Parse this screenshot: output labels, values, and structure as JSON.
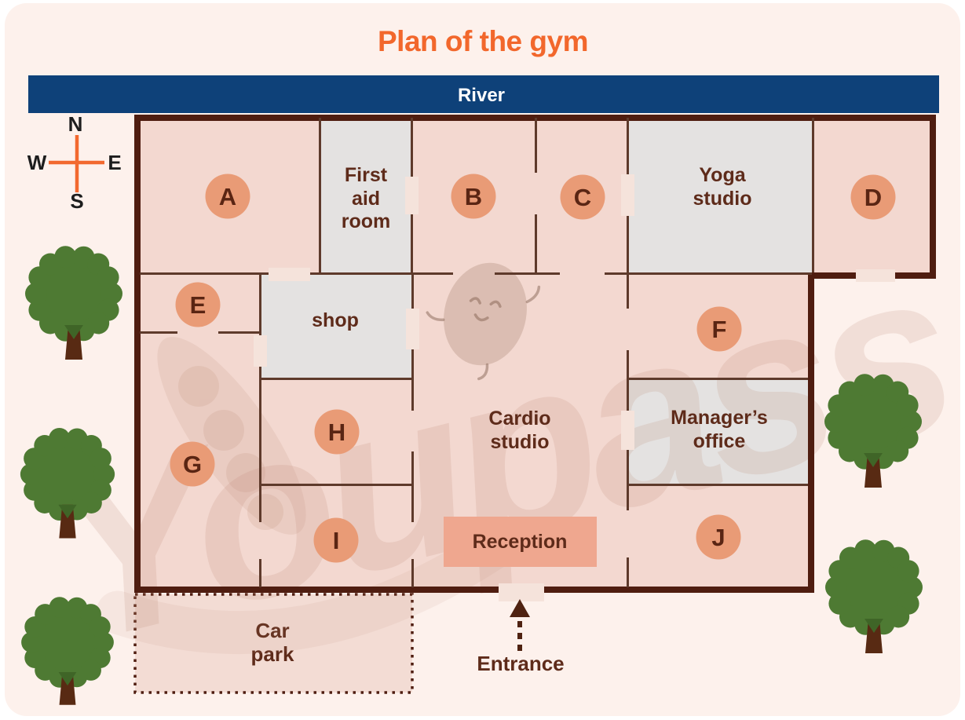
{
  "title": "Plan of the gym",
  "river": {
    "label": "River"
  },
  "compass": {
    "n": "N",
    "e": "E",
    "s": "S",
    "w": "W"
  },
  "rooms": {
    "first_aid": {
      "lines": [
        "First",
        "aid",
        "room"
      ]
    },
    "yoga_studio": {
      "lines": [
        "Yoga",
        "studio"
      ]
    },
    "shop": {
      "label": "shop"
    },
    "cardio_studio": {
      "lines": [
        "Cardio",
        "studio"
      ]
    },
    "managers_office": {
      "lines": [
        "Manager’s",
        "office"
      ]
    },
    "reception": {
      "label": "Reception"
    }
  },
  "markers": [
    "A",
    "B",
    "C",
    "D",
    "E",
    "F",
    "G",
    "H",
    "I",
    "J"
  ],
  "outdoor": {
    "car_park": {
      "lines": [
        "Car",
        "park"
      ]
    },
    "entrance": {
      "label": "Entrance"
    }
  },
  "watermark": {
    "text": "Youpass"
  },
  "colors": {
    "title_orange": "#f2672c",
    "river_navy": "#0e4179",
    "exterior_wall": "#4f1d10",
    "interior_wall": "#5e3a2b",
    "building_pink": "#f3d8d0",
    "room_gray": "#e4e2e1",
    "door_tab": "#f5e3db",
    "reception_salmon": "#efa78f",
    "marker_salmon": "#e99b76",
    "marker_letter": "#5a2513",
    "label_brown": "#5e2b1a",
    "car_park_fill": "#f3dcd4",
    "tree_green": "#4e7a33",
    "trunk_brown": "#582a13",
    "compass_orange": "#f2692f",
    "panel_cream": "#fdf1ec"
  }
}
